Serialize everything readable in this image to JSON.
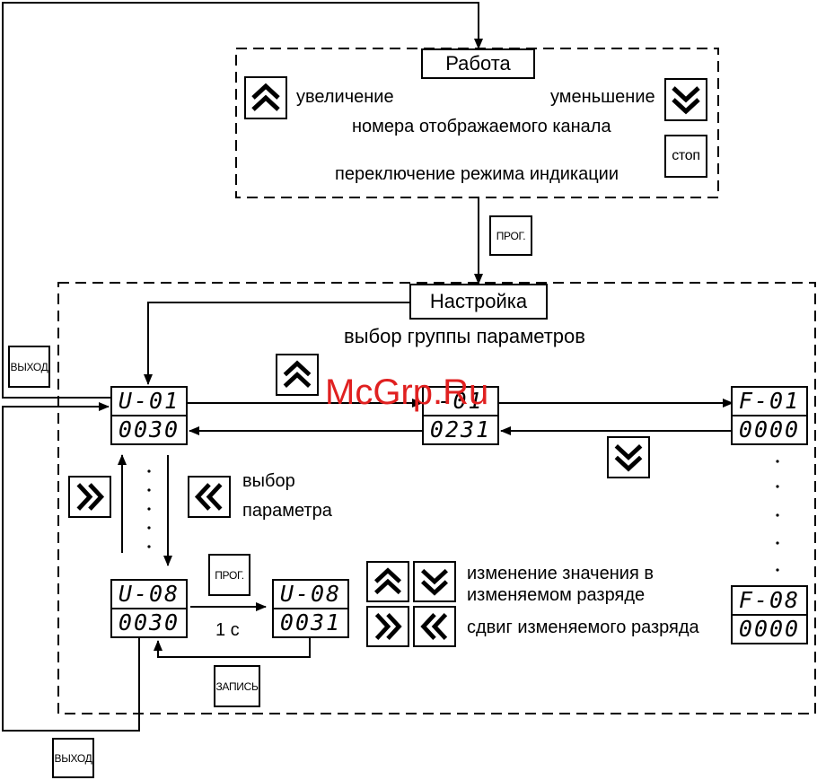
{
  "work": {
    "title": "Работа",
    "increase": "увеличение",
    "decrease": "уменьшение",
    "channel_number": "номера отображаемого канала",
    "mode_switch": "переключение режима индикации",
    "stop_label": "стоп"
  },
  "transition": {
    "prog_label": "ПРОГ."
  },
  "setup": {
    "title": "Настройка",
    "group_select": "выбор группы параметров",
    "param_select_line1": "выбор",
    "param_select_line2": "параметра",
    "exit_label_left": "ВЫХОД",
    "exit_label_bottom": "ВЫХОД",
    "prog_label": "ПРОГ.",
    "write_label": "ЗАПИСЬ",
    "delay_label": "1 с",
    "legend_change_line1": "изменение значения в",
    "legend_change_line2": "изменяемом разряде",
    "legend_shift": "сдвиг изменяемого разряда"
  },
  "displays": {
    "u01": {
      "top": "U-01",
      "bottom": "0030"
    },
    "mid": {
      "top": "-01",
      "bottom": "0231"
    },
    "f01": {
      "top": "F-01",
      "bottom": "0000"
    },
    "u08": {
      "top": "U-08",
      "bottom": "0030"
    },
    "u08_new": {
      "top": "U-08",
      "bottom": "0031"
    },
    "f08": {
      "top": "F-08",
      "bottom": "0000"
    }
  },
  "watermark": "McGrp.Ru",
  "colors": {
    "watermark": "#e02020",
    "line": "#000000"
  }
}
